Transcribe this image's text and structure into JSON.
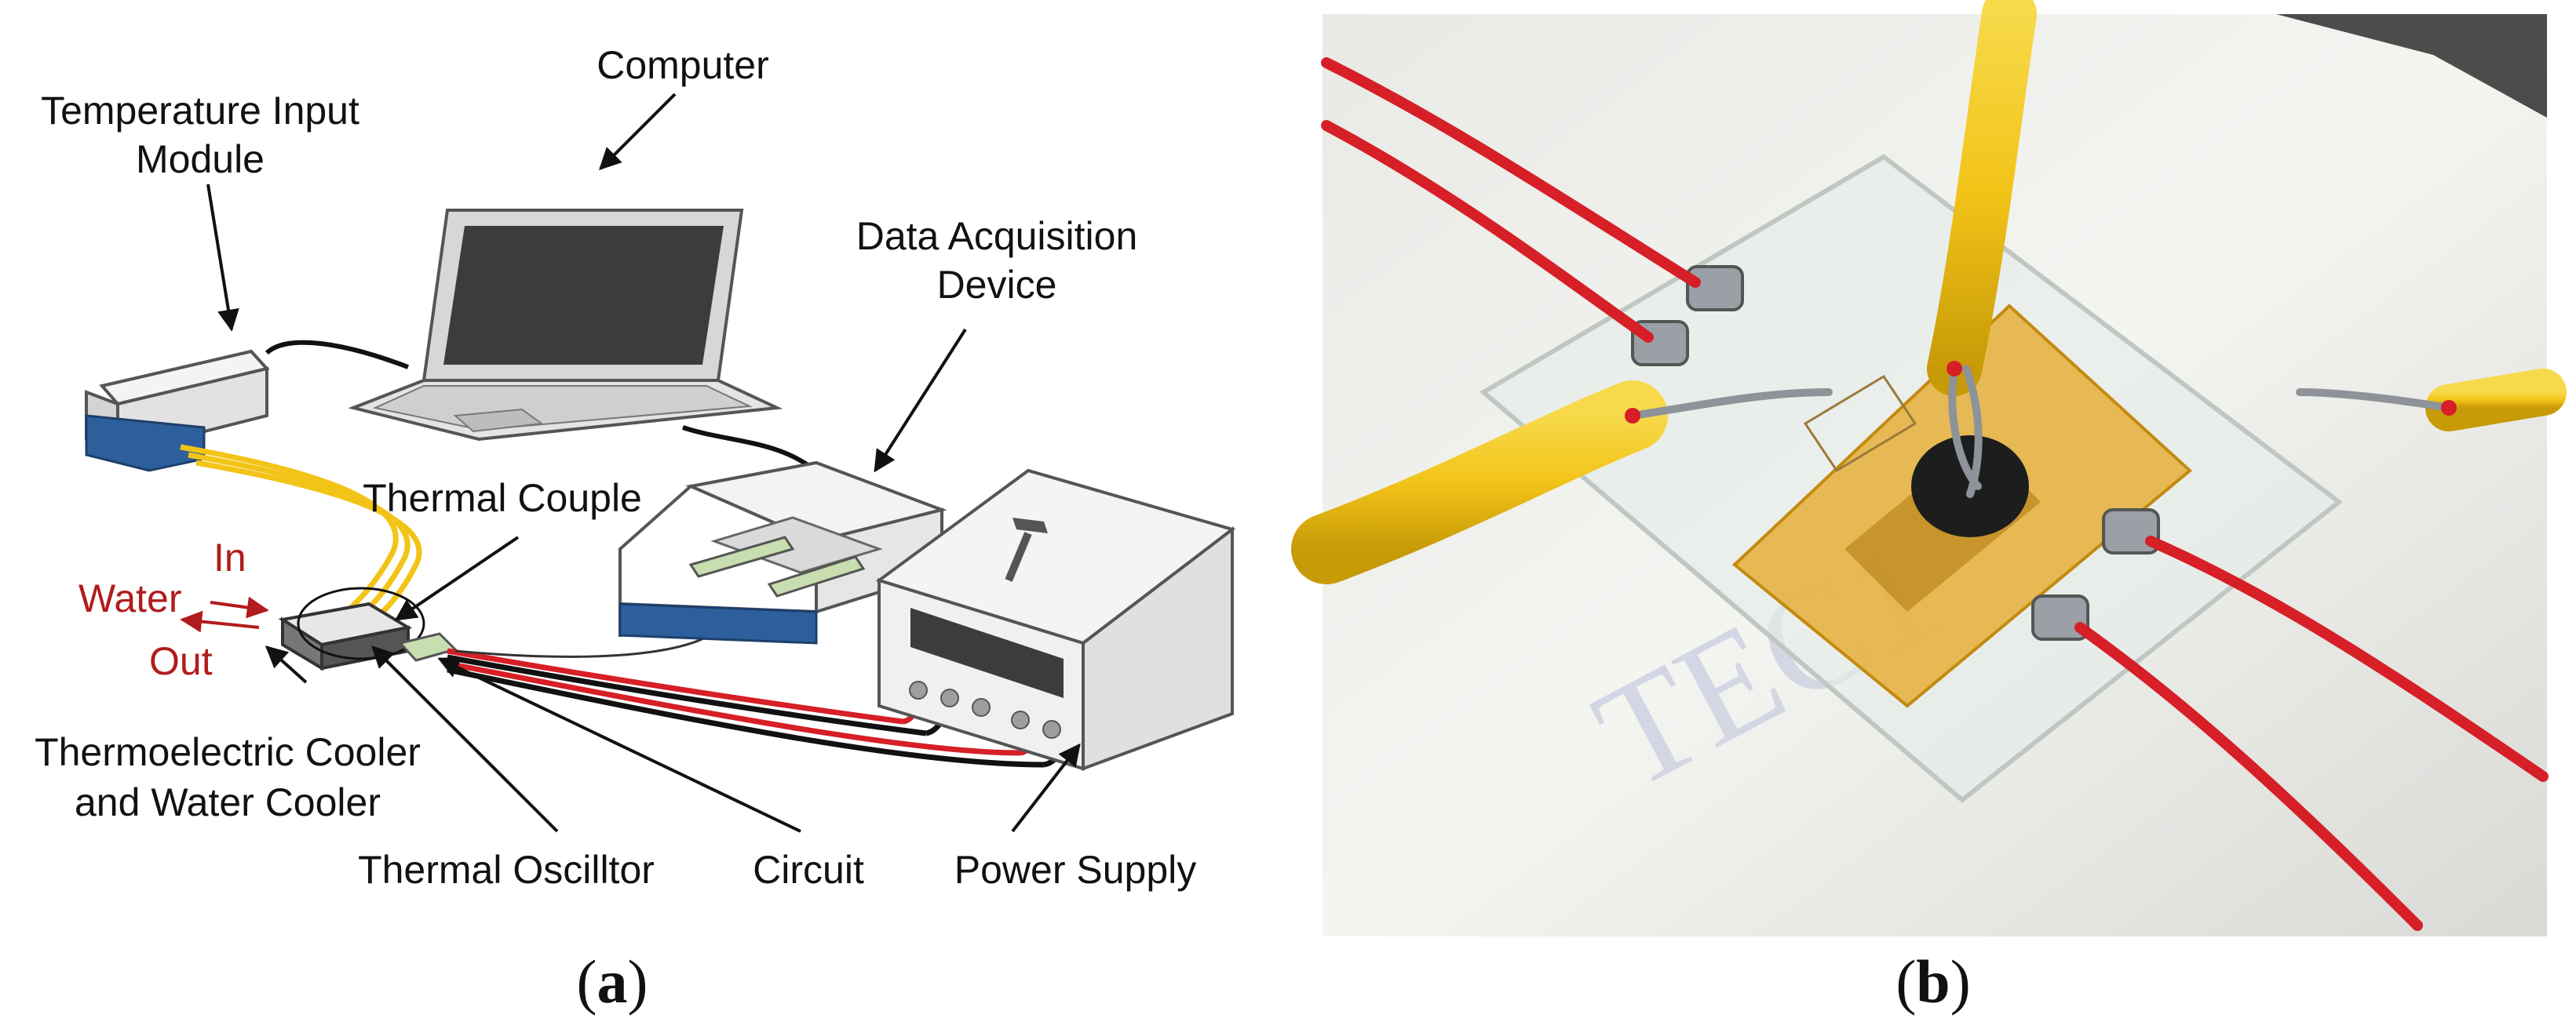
{
  "panel_a": {
    "labels": {
      "computer": "Computer",
      "temp_module_line1": "Temperature Input",
      "temp_module_line2": "Module",
      "daq_line1": "Data Acquisition",
      "daq_line2": "Device",
      "thermal_couple": "Thermal Couple",
      "water_in": "In",
      "water": "Water",
      "water_out": "Out",
      "tec_line1": "Thermoelectric Cooler",
      "tec_line2": "and Water Cooler",
      "thermal_oscillator": "Thermal Oscilltor",
      "circuit": "Circuit",
      "power_supply": "Power Supply"
    },
    "caption": {
      "open": "(",
      "letter": "a",
      "close": ")"
    }
  },
  "panel_b": {
    "photo_text": "TEC1",
    "caption": {
      "open": "(",
      "letter": "b",
      "close": ")"
    }
  },
  "colors": {
    "wire_red": "#d61f26",
    "wire_yellow": "#f2c418",
    "device_blue": "#2d5f9c",
    "label_red": "#b21b1b",
    "pcb_green": "#c8ddb0"
  }
}
